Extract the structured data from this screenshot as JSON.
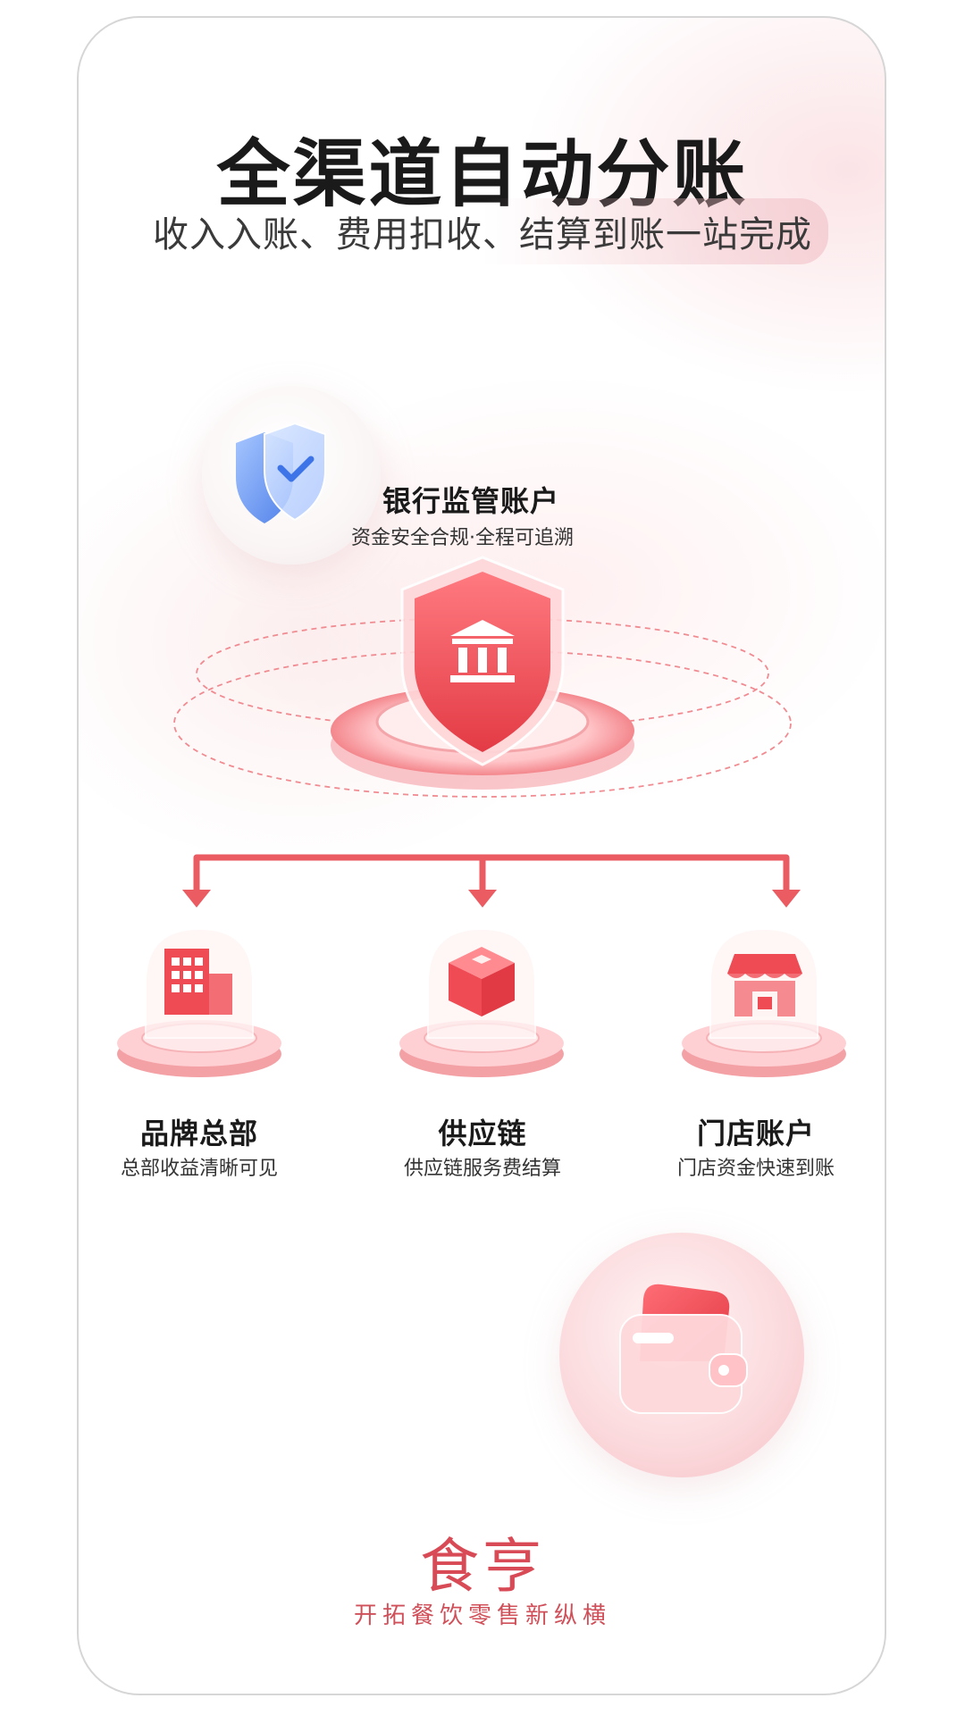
{
  "header": {
    "title": "全渠道自动分账",
    "subtitle": "收入入账、费用扣收、结算到账一站完成"
  },
  "bank": {
    "title": "银行监管账户",
    "subtitle": "资金安全合规·全程可追溯"
  },
  "nodes": [
    {
      "title": "品牌总部",
      "subtitle": "总部收益清晰可见",
      "icon": "building-icon"
    },
    {
      "title": "供应链",
      "subtitle": "供应链服务费结算",
      "icon": "box-icon"
    },
    {
      "title": "门店账户",
      "subtitle": "门店资金快速到账",
      "icon": "storefront-icon"
    }
  ],
  "brand": {
    "logo_text": "食亨",
    "slogan": "开拓餐饮零售新纵横"
  },
  "colors": {
    "accent": "#e8474f",
    "accent_light": "#f6a7ab",
    "shield_blue": "#5b8ff0"
  }
}
